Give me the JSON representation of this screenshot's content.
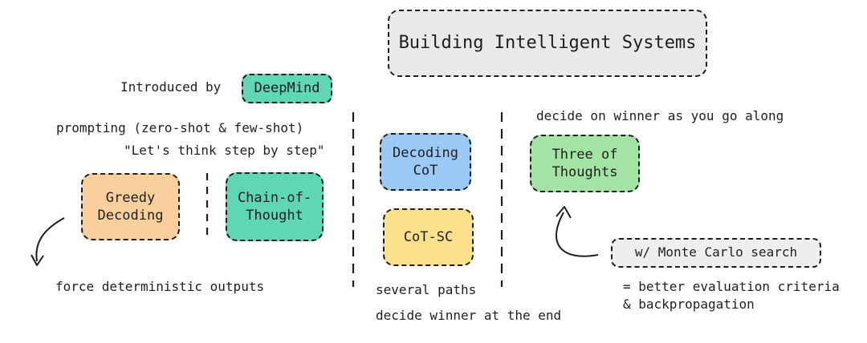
{
  "title": "Building Intelligent Systems",
  "intro": {
    "prefix": "Introduced by",
    "org": "DeepMind"
  },
  "left": {
    "prompting": "prompting (zero-shot & few-shot)",
    "quote": "\"Let's think step by step\"",
    "greedy": "Greedy\nDecoding",
    "cot": "Chain-of-\nThought",
    "force": "force deterministic outputs"
  },
  "middle": {
    "decoding_cot": "Decoding\nCoT",
    "cot_sc": "CoT-SC",
    "several": "several paths",
    "decide_end": "decide winner at the end"
  },
  "right": {
    "decide_along": "decide on winner as you go along",
    "three": "Three of\nThoughts",
    "monte": "w/ Monte Carlo search",
    "better": "= better evaluation criteria\n& backpropagation"
  },
  "colors": {
    "title_fill": "#e9e9ea",
    "deepmind_fill": "#5fd6b4",
    "greedy_fill": "#fbcf9b",
    "cot_fill": "#5fd6b4",
    "decoding_fill": "#9ccaf6",
    "cotsc_fill": "#fde08a",
    "three_fill": "#a3e3a3",
    "monte_fill": "#eeeeee"
  }
}
